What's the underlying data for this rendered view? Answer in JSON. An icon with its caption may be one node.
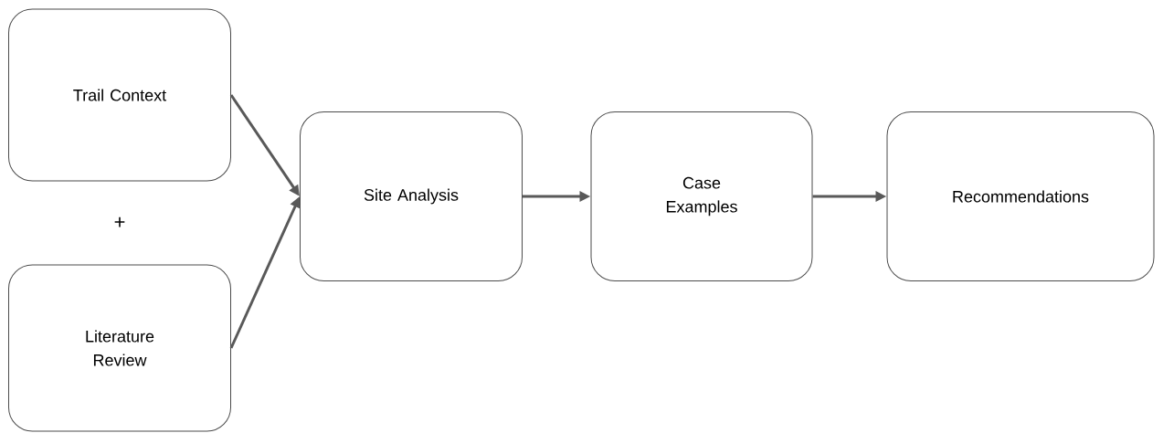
{
  "diagram": {
    "nodes": [
      {
        "text": [
          "Trail Context"
        ]
      },
      {
        "text": [
          "Literature Review"
        ]
      },
      {
        "text": [
          "Site Analysis"
        ]
      },
      {
        "text": [
          "Case Examples"
        ]
      },
      {
        "text": [
          "Recommendations"
        ]
      }
    ],
    "edges": [
      {
        "from": 0,
        "to": 2,
        "arrow": "to"
      },
      {
        "from": 1,
        "to": 2,
        "arrow": "to"
      },
      {
        "from": 2,
        "to": 3,
        "arrow": "to"
      },
      {
        "from": 3,
        "to": 4,
        "arrow": "to"
      }
    ],
    "labels": [
      "+"
    ]
  }
}
